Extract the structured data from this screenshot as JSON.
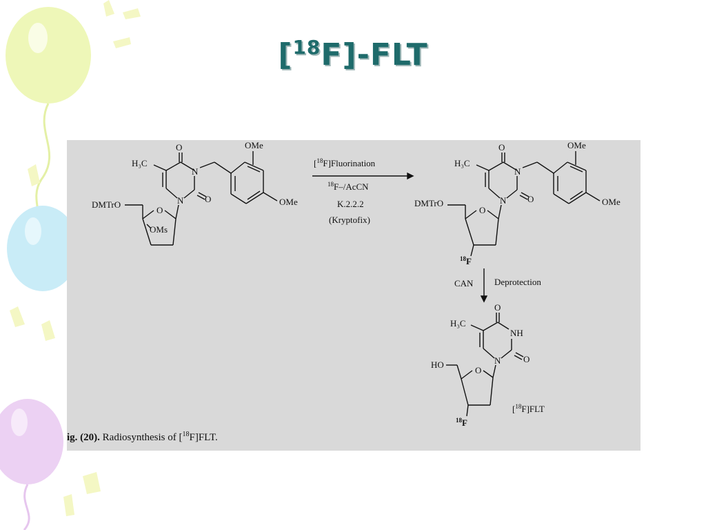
{
  "slide": {
    "title_prefix": "[",
    "title_sup": "18",
    "title_suffix": "F]-FLT"
  },
  "colors": {
    "title": "#1e6b6b",
    "panel_bg": "#d9d9d9",
    "balloon_yellow": "#eef7b8",
    "balloon_blue": "#c9ecf7",
    "balloon_pink": "#ecd1f3"
  },
  "scheme": {
    "start": {
      "carbonyl_top": "O",
      "methyl": "H₃C",
      "n3": "N",
      "n1": "N",
      "carbonyl_right": "O",
      "ome_top": "OMe",
      "ome_right": "OMe",
      "protecting_group": "DMTrO",
      "ring_oxygen": "O",
      "leaving_group": "OMs"
    },
    "step1": {
      "label_prefix": "[",
      "label_sup": "18",
      "label_suffix": "F]Fluorination",
      "reagent_sup": "18",
      "reagent_text": "F–/AcCN",
      "catalyst": "K.2.2.2",
      "catalyst_name": "(Kryptofix)"
    },
    "intermediate": {
      "carbonyl_top": "O",
      "methyl": "H₃C",
      "n3": "N",
      "n1": "N",
      "carbonyl_right": "O",
      "ome_top": "OMe",
      "ome_right": "OMe",
      "protecting_group": "DMTrO",
      "ring_oxygen": "O",
      "fluorine_sup": "18",
      "fluorine": "F"
    },
    "step2": {
      "reagent": "CAN",
      "label": "Deprotection"
    },
    "product": {
      "carbonyl_top": "O",
      "methyl": "H₃C",
      "nh": "NH",
      "n1": "N",
      "carbonyl_right": "O",
      "hydroxyl": "HO",
      "ring_oxygen": "O",
      "fluorine_sup": "18",
      "fluorine": "F",
      "name_prefix": "[",
      "name_sup": "18",
      "name_suffix": "F]FLT"
    }
  },
  "caption": {
    "fig_label": "ig. (20).",
    "text_prefix": " Radiosynthesis of [",
    "sup": "18",
    "text_suffix": "F]FLT."
  }
}
